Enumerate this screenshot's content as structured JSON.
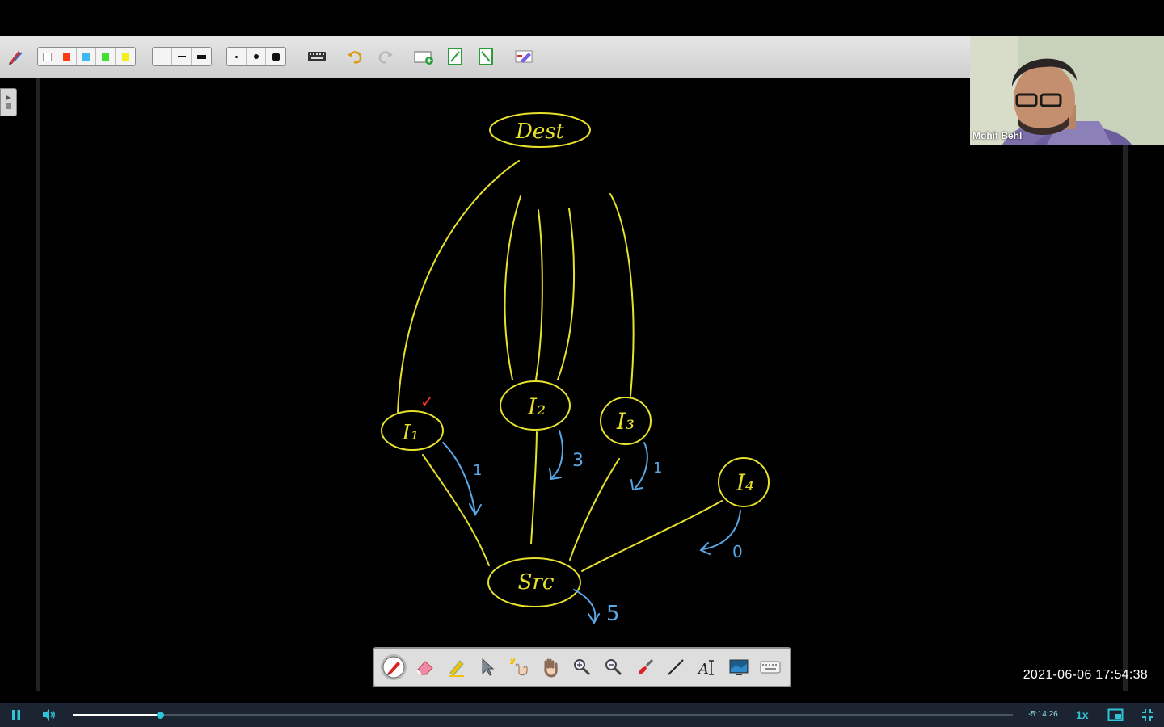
{
  "colors": {
    "chalk_yellow": "#e6e12a",
    "chalk_blue": "#5aa7e6",
    "chalk_red": "#ff3b2f",
    "player_accent": "#2fc5d6"
  },
  "webcam": {
    "presenter_name": "Mohit Behl"
  },
  "whiteboard": {
    "nodes": {
      "dest": "Dest",
      "src": "Src",
      "i1": "I₁",
      "i2": "I₂",
      "i3": "I₃",
      "i4": "I₄"
    },
    "edge_labels": {
      "i1": "1",
      "i2": "3",
      "i3": "1",
      "i4": "0",
      "src": "5"
    },
    "check_mark": "✓"
  },
  "toolbar": {
    "colors": [
      "#ffffff",
      "#ff3b12",
      "#3fb7f2",
      "#44dd33",
      "#f0ef1a"
    ],
    "line_widths": [
      "thin",
      "medium",
      "thick"
    ],
    "dot_sizes": [
      "small",
      "medium",
      "large"
    ]
  },
  "annotation_tools": [
    "pen-icon",
    "eraser-icon",
    "highlighter-icon",
    "pointer-icon",
    "laser-pointer-icon",
    "hand-pan-icon",
    "zoom-in-icon",
    "zoom-out-icon",
    "brush-icon",
    "line-icon",
    "text-tool-icon",
    "screen-icon",
    "keyboard-icon"
  ],
  "timestamp": "2021-06-06  17:54:38",
  "player": {
    "remaining_time": "-5:14:26",
    "speed": "1x",
    "progress_fraction": 0.093
  }
}
